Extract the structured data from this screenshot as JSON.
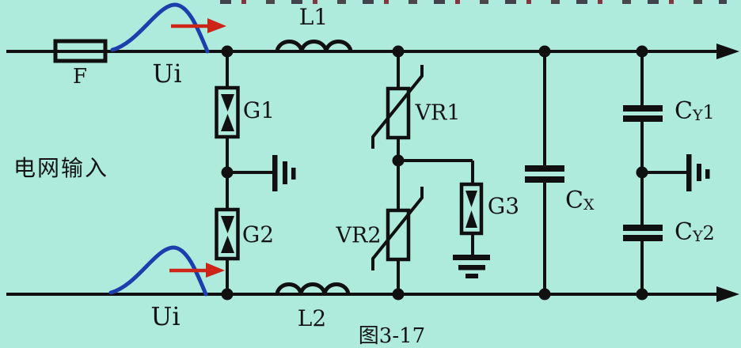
{
  "figure_caption": "图3-17",
  "left_label": "电网输入",
  "components": {
    "fuse": {
      "label": "F"
    },
    "ui_top": {
      "label": "Ui"
    },
    "ui_bottom": {
      "label": "Ui"
    },
    "inductor_l1": {
      "label": "L1"
    },
    "inductor_l2": {
      "label": "L2"
    },
    "gas_tube_g1": {
      "label": "G1"
    },
    "gas_tube_g2": {
      "label": "G2"
    },
    "gas_tube_g3": {
      "label": "G3"
    },
    "varistor_vr1": {
      "label": "VR1"
    },
    "varistor_vr2": {
      "label": "VR2"
    },
    "cap_cx": {
      "main": "C",
      "sub": "X"
    },
    "cap_cy1": {
      "main": "C",
      "sub": "Y",
      "num": "1"
    },
    "cap_cy2": {
      "main": "C",
      "sub": "Y",
      "num": "2"
    }
  },
  "colors": {
    "background": "#aeebdd",
    "wire": "#101010",
    "pulse_blue": "#1d3fae",
    "arrow_red": "#cd2418",
    "text": "#141414"
  }
}
